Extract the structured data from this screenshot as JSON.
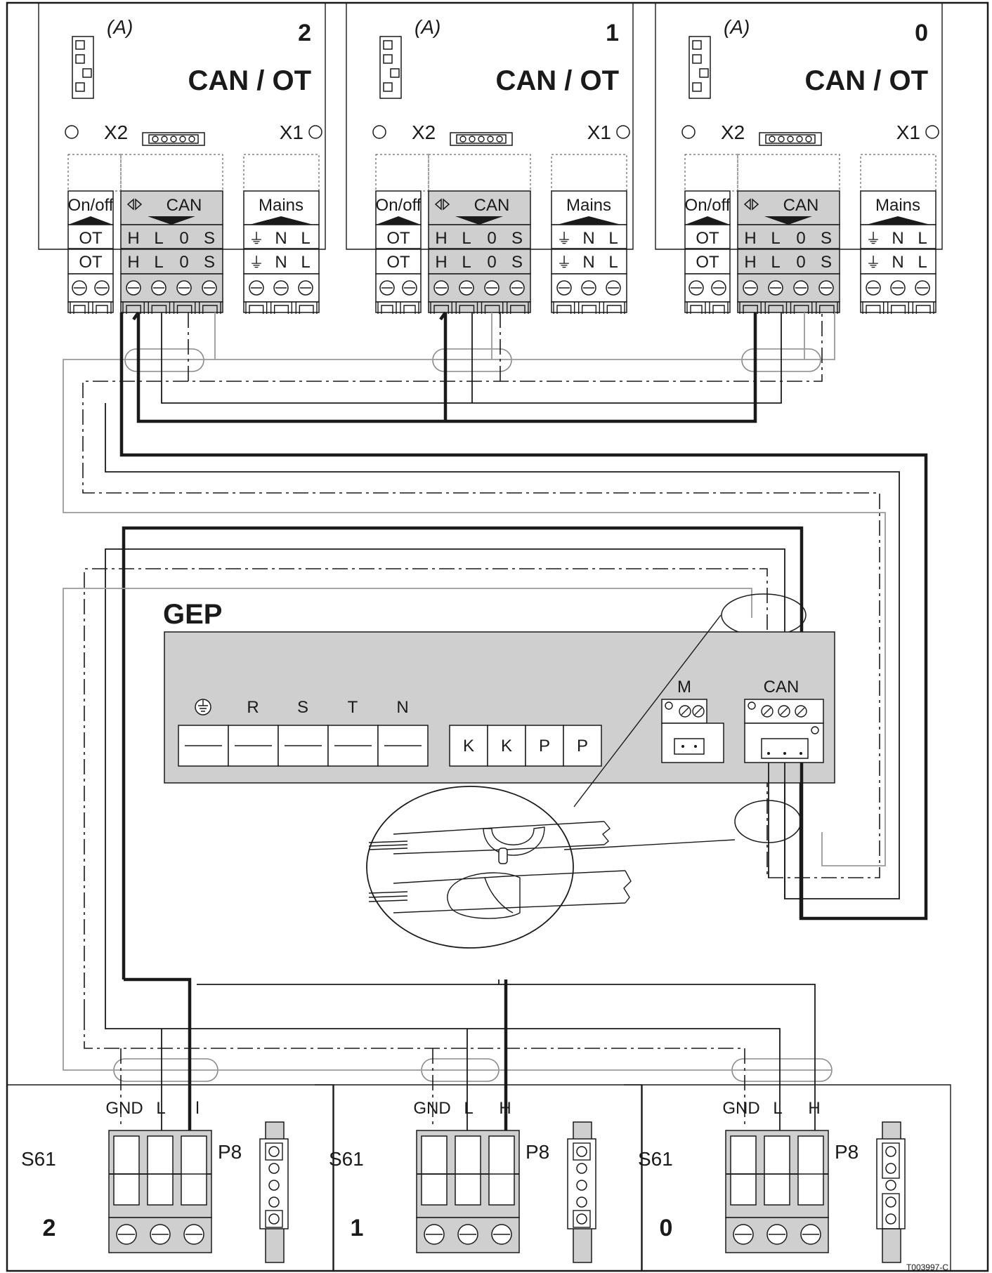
{
  "boilers": [
    {
      "index_label": "2",
      "option_label": "(A)",
      "title": "CAN / OT",
      "x2_label": "X2",
      "x1_label": "X1",
      "onoff_label": "On/off",
      "can_label": "CAN",
      "mains_label": "Mains",
      "ot_upper": "OT",
      "ot_lower": "OT",
      "can_pins": [
        "H",
        "L",
        "0",
        "S"
      ],
      "mains_pins": [
        "⏚",
        "N",
        "L"
      ]
    },
    {
      "index_label": "1",
      "option_label": "(A)",
      "title": "CAN / OT",
      "x2_label": "X2",
      "x1_label": "X1",
      "onoff_label": "On/off",
      "can_label": "CAN",
      "mains_label": "Mains",
      "ot_upper": "OT",
      "ot_lower": "OT",
      "can_pins": [
        "H",
        "L",
        "0",
        "S"
      ],
      "mains_pins": [
        "⏚",
        "N",
        "L"
      ]
    },
    {
      "index_label": "0",
      "option_label": "(A)",
      "title": "CAN / OT",
      "x2_label": "X2",
      "x1_label": "X1",
      "onoff_label": "On/off",
      "can_label": "CAN",
      "mains_label": "Mains",
      "ot_upper": "OT",
      "ot_lower": "OT",
      "can_pins": [
        "H",
        "L",
        "0",
        "S"
      ],
      "mains_pins": [
        "⏚",
        "N",
        "L"
      ]
    }
  ],
  "gep": {
    "title": "GEP",
    "terminal_labels": [
      "⏚",
      "R",
      "S",
      "T",
      "N"
    ],
    "relay_labels": [
      "K",
      "K",
      "P",
      "P"
    ],
    "m_label": "M",
    "can_label": "CAN"
  },
  "s61_units": [
    {
      "name": "S61",
      "index_label": "2",
      "p8_label": "P8",
      "pins": [
        "GND",
        "L",
        "l"
      ]
    },
    {
      "name": "S61",
      "index_label": "1",
      "p8_label": "P8",
      "pins": [
        "GND",
        "L",
        "H"
      ]
    },
    {
      "name": "S61",
      "index_label": "0",
      "p8_label": "P8",
      "pins": [
        "GND",
        "L",
        "H"
      ]
    }
  ],
  "reference_code": "T003997-C",
  "icons": {
    "jumper": "jumper-block-icon",
    "connector": "connector-strip-icon",
    "screw": "screw-terminal-icon",
    "shield_clamp": "cable-shield-clamp-icon"
  }
}
